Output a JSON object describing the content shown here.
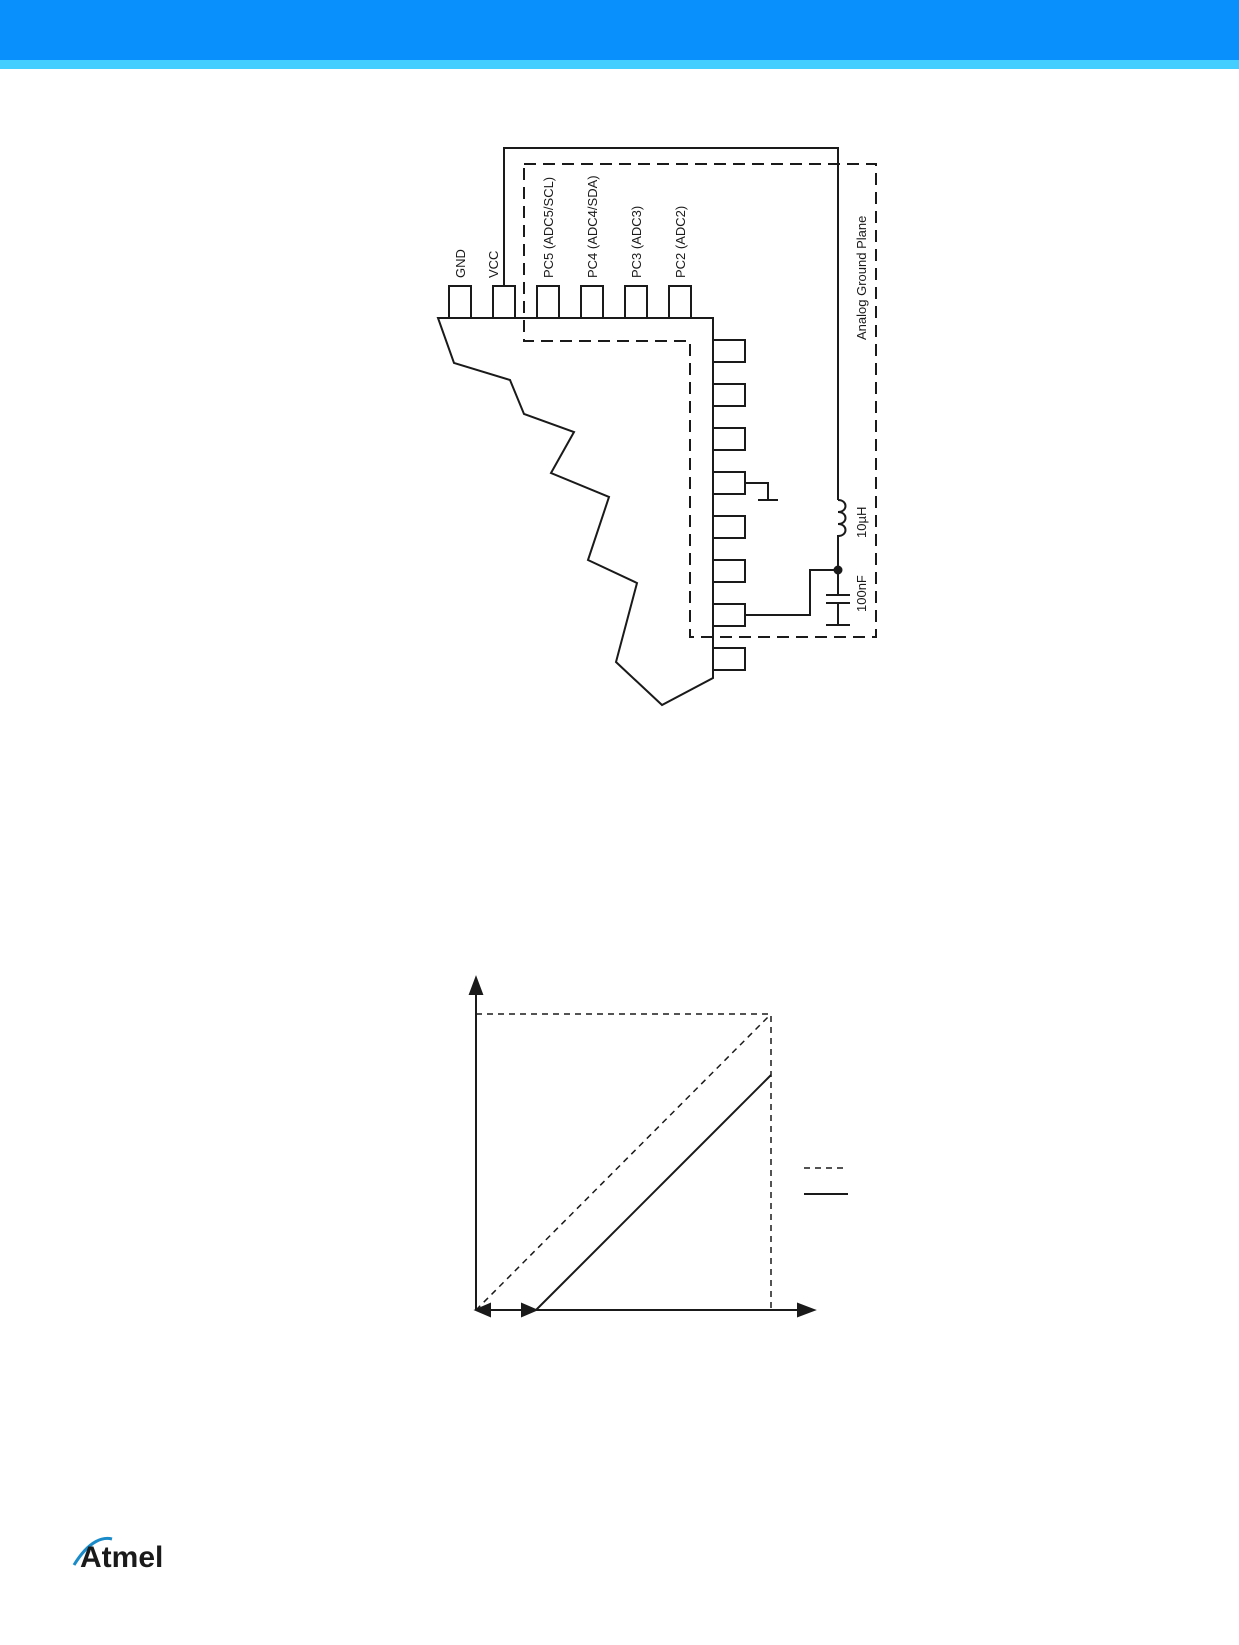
{
  "header": {
    "bar_color": "#0a90fc",
    "stripe_color": "#44cdff"
  },
  "schematic": {
    "pin_labels": [
      "GND",
      "VCC",
      "PC5 (ADC5/SCL)",
      "PC4 (ADC4/SDA)",
      "PC3 (ADC3)",
      "PC2 (ADC2)"
    ],
    "ground_plane_label": "Analog Ground Plane",
    "inductor_label": "10µH",
    "capacitor_label": "100nF"
  },
  "footer": {
    "logo_text": "Atmel",
    "logo_color": "#1a8bc9"
  }
}
